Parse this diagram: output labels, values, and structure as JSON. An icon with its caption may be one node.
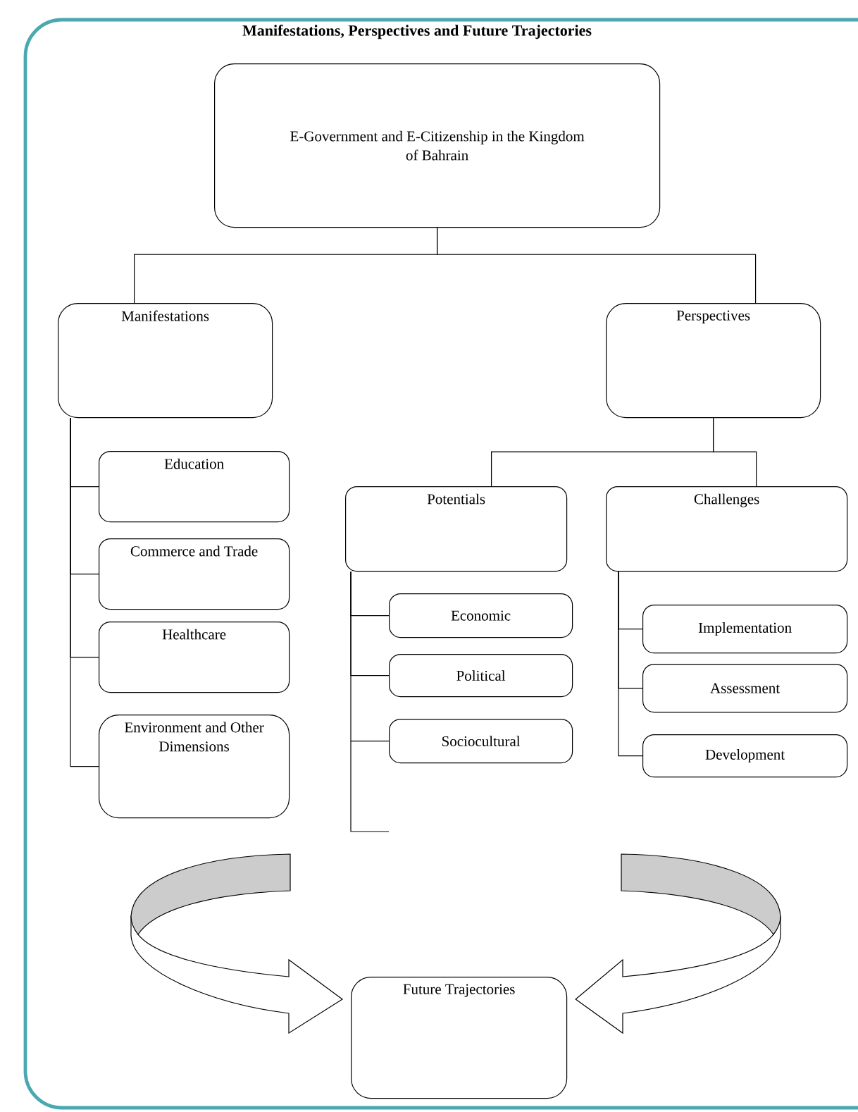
{
  "diagram": {
    "title": "Manifestations, Perspectives and Future Trajectories",
    "nodes": [
      {
        "text": [
          "E-Government and E-Citizenship in the Kingdom of Bahrain"
        ]
      },
      {
        "text": [
          "Manifestations"
        ]
      },
      {
        "text": [
          "Perspectives"
        ]
      },
      {
        "text": [
          "Education"
        ]
      },
      {
        "text": [
          "Commerce and Trade"
        ]
      },
      {
        "text": [
          "Healthcare"
        ]
      },
      {
        "text": [
          "Environment and Other Dimensions"
        ]
      },
      {
        "text": [
          "Potentials"
        ]
      },
      {
        "text": [
          "Challenges"
        ]
      },
      {
        "text": [
          "Economic"
        ]
      },
      {
        "text": [
          "Political"
        ]
      },
      {
        "text": [
          "Sociocultural"
        ]
      },
      {
        "text": [
          "Implementation"
        ]
      },
      {
        "text": [
          "Assessment"
        ]
      },
      {
        "text": [
          "Development"
        ]
      },
      {
        "text": [
          "Future Trajectories"
        ]
      }
    ],
    "edges": [
      {
        "from": 0,
        "to": 1,
        "arrow": "none"
      },
      {
        "from": 0,
        "to": 2,
        "arrow": "none"
      },
      {
        "from": 1,
        "to": 3,
        "arrow": "none"
      },
      {
        "from": 1,
        "to": 4,
        "arrow": "none"
      },
      {
        "from": 1,
        "to": 5,
        "arrow": "none"
      },
      {
        "from": 1,
        "to": 6,
        "arrow": "none"
      },
      {
        "from": 2,
        "to": 7,
        "arrow": "none"
      },
      {
        "from": 2,
        "to": 8,
        "arrow": "none"
      },
      {
        "from": 7,
        "to": 9,
        "arrow": "none"
      },
      {
        "from": 7,
        "to": 10,
        "arrow": "none"
      },
      {
        "from": 7,
        "to": 11,
        "arrow": "none"
      },
      {
        "from": 8,
        "to": 12,
        "arrow": "none"
      },
      {
        "from": 8,
        "to": 13,
        "arrow": "none"
      },
      {
        "from": 8,
        "to": 14,
        "arrow": "none"
      },
      {
        "from": null,
        "to": 15,
        "arrow": "to"
      },
      {
        "from": null,
        "to": 15,
        "arrow": "to"
      }
    ]
  }
}
